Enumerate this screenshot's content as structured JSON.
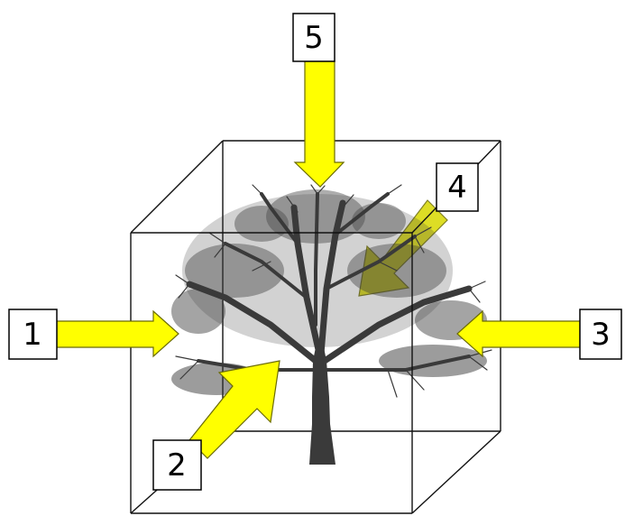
{
  "diagram": {
    "colors": {
      "arrow_fill": "#ffff00",
      "arrow_back_fill": "#d8d800",
      "tree": "#3a3a3a",
      "cube_edge": "#111111"
    },
    "directions": [
      {
        "id": "left",
        "label": "1"
      },
      {
        "id": "front-bottom",
        "label": "2"
      },
      {
        "id": "right",
        "label": "3"
      },
      {
        "id": "back-top",
        "label": "4"
      },
      {
        "id": "top",
        "label": "5"
      }
    ]
  }
}
